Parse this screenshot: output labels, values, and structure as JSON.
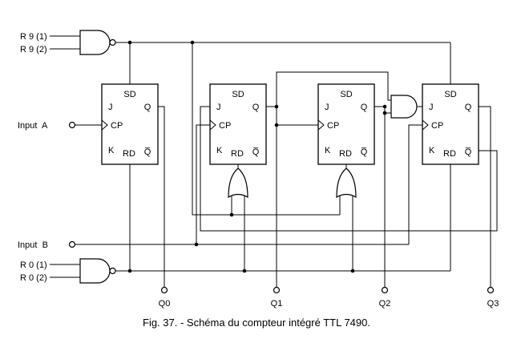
{
  "caption": "Fig. 37. - Schéma du compteur intégré TTL 7490.",
  "inputs": {
    "r9_1": "R 9 (1)",
    "r9_2": "R 9 (2)",
    "input_a": "Input  A",
    "input_b": "Input  B",
    "r0_1": "R 0 (1)",
    "r0_2": "R 0 (2)"
  },
  "outputs": {
    "q0": "Q0",
    "q1": "Q1",
    "q2": "Q2",
    "q3": "Q3"
  },
  "flipflop": {
    "sd": "SD",
    "j": "J",
    "q": "Q",
    "cp": "CP",
    "k": "K",
    "rd": "RD",
    "qbar": "Q̅"
  },
  "gates": {
    "r9_nand": "nand",
    "r0_nand": "nand",
    "reset_or_ff2": "or",
    "reset_or_ff3": "or",
    "j_and_ff4": "and"
  },
  "colors": {
    "line": "#000000",
    "background": "#ffffff",
    "text": "#000000"
  }
}
